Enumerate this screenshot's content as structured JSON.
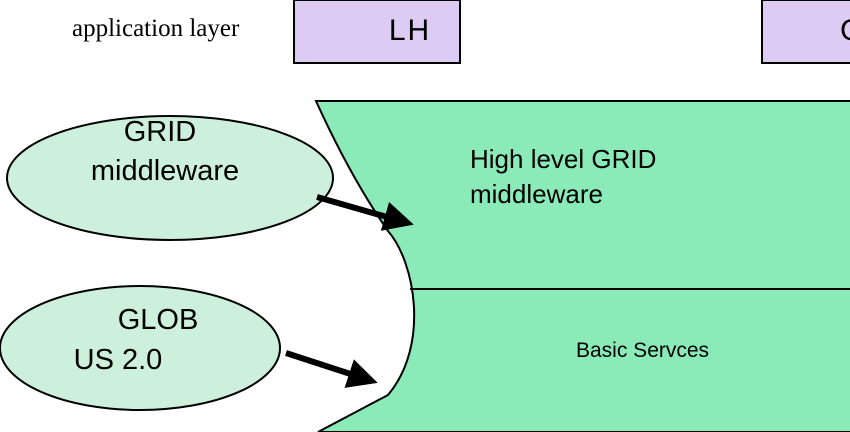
{
  "header": {
    "layer_label": "application layer",
    "app_box_left": "LH",
    "app_box_right": "C"
  },
  "left_nodes": {
    "grid": {
      "line1": "GRID",
      "line2": "middleware"
    },
    "globus": {
      "line1": "GLOB",
      "line2": "US 2.0"
    }
  },
  "layers": {
    "high_level": {
      "line1": "High level GRID",
      "line2": "middleware"
    },
    "basic": {
      "label": "Basic Servces"
    }
  },
  "colors": {
    "app_box_fill": "#dcccf4",
    "ellipse_fill": "#cdf0dc",
    "layer_fill": "#8aeab8",
    "stroke": "#000000",
    "arrow": "#000000"
  }
}
